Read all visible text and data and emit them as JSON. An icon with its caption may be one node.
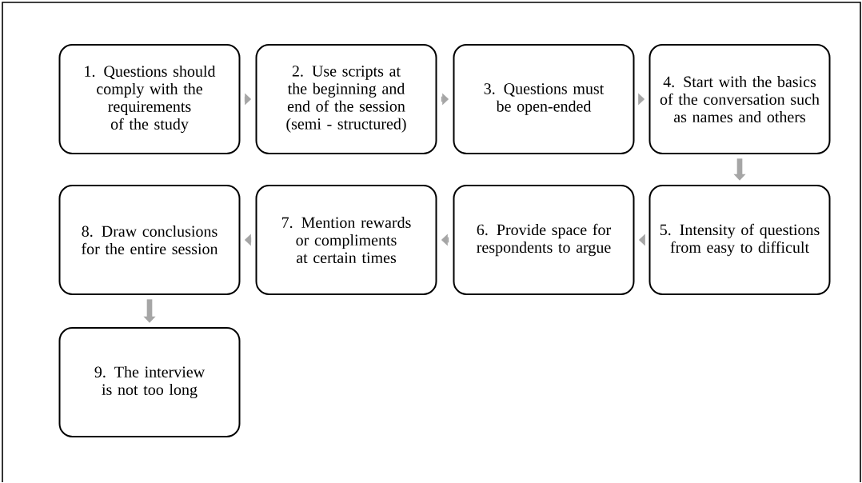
{
  "diagram": {
    "nodes": [
      {
        "text": [
          "1. Questions should comply with the requirements of the study"
        ]
      },
      {
        "text": [
          "2. Use scripts at the beginning and end of the session (semi - structured)"
        ]
      },
      {
        "text": [
          "3. Questions must be open-ended"
        ]
      },
      {
        "text": [
          "4. Start with the basics of the conversation such as names and others"
        ]
      },
      {
        "text": [
          "5. Intensity of questions from easy to difficult"
        ]
      },
      {
        "text": [
          "6. Provide space for respondents to argue"
        ]
      },
      {
        "text": [
          "7. Mention rewards or compliments at certain times"
        ]
      },
      {
        "text": [
          "8. Draw conclusions for the entire session"
        ]
      },
      {
        "text": [
          "9. The interview is not too long"
        ]
      }
    ],
    "edges": [
      {
        "from": 0,
        "to": 1,
        "arrow": "to"
      },
      {
        "from": 1,
        "to": 2,
        "arrow": "to"
      },
      {
        "from": 2,
        "to": 3,
        "arrow": "to"
      },
      {
        "from": 3,
        "to": 4,
        "arrow": "to"
      },
      {
        "from": 4,
        "to": 5,
        "arrow": "to"
      },
      {
        "from": 5,
        "to": 6,
        "arrow": "to"
      },
      {
        "from": 6,
        "to": 7,
        "arrow": "to"
      },
      {
        "from": 7,
        "to": 8,
        "arrow": "to"
      }
    ]
  }
}
